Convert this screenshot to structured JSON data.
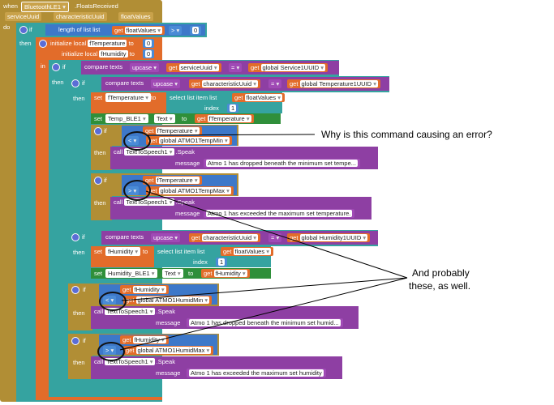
{
  "event": {
    "when_label": "when",
    "component": "BluetoothLE1",
    "event_name": ".FloatsReceived",
    "params": [
      "serviceUuid",
      "characteristicUuid",
      "floatValues"
    ],
    "do_label": "do"
  },
  "keywords": {
    "if": "if",
    "then": "then",
    "in": "in",
    "set": "set",
    "to": "to",
    "call": "call",
    "get": "get",
    "index": "index",
    "message": "message",
    "speak": ".Speak",
    "text": "Text",
    "compare_texts": "compare texts",
    "upcase": "upcase",
    "length_of_list": "length of list list",
    "select_list_item": "select list item list",
    "init_local": "initialize local",
    "eq": "=",
    "lt": "<",
    "gt": ">",
    "dropdown": "▾"
  },
  "values": {
    "zero": "0",
    "one": "1",
    "floatValues": "floatValues",
    "fTemperature": "fTemperature",
    "fHumidity": "fHumidity",
    "serviceUuid": "serviceUuid",
    "characteristicUuid": "characteristicUuid",
    "Service1UUID": "global Service1UUID",
    "Temperature1UUID": "global Temperature1UUID",
    "Humidity1UUID": "global Humidity1UUID",
    "TempMin": "global ATMO1TempMin",
    "TempMax": "global ATMO1TempMax",
    "HumidMin": "global ATMO1HumidMin",
    "HumidMax": "global ATMO1HumidMax",
    "Temp_BLE1": "Temp_BLE1",
    "Humidity_BLE1": "Humidity_BLE1",
    "TextToSpeech1": "TextToSpeech1"
  },
  "messages": {
    "temp_min": "Atmo 1 has dropped beneath the minimum set tempe...",
    "temp_max": "Atmo 1 has exceeded the maximum set temperature.",
    "humid_min": "Atmo 1 has dropped beneath the minimum set humid...",
    "humid_max": "Atmo 1 has exceeded the maximum set humidity"
  },
  "annotations": {
    "question": "Why is this command causing an error?",
    "probably_line1": "And probably",
    "probably_line2": "these, as well."
  }
}
